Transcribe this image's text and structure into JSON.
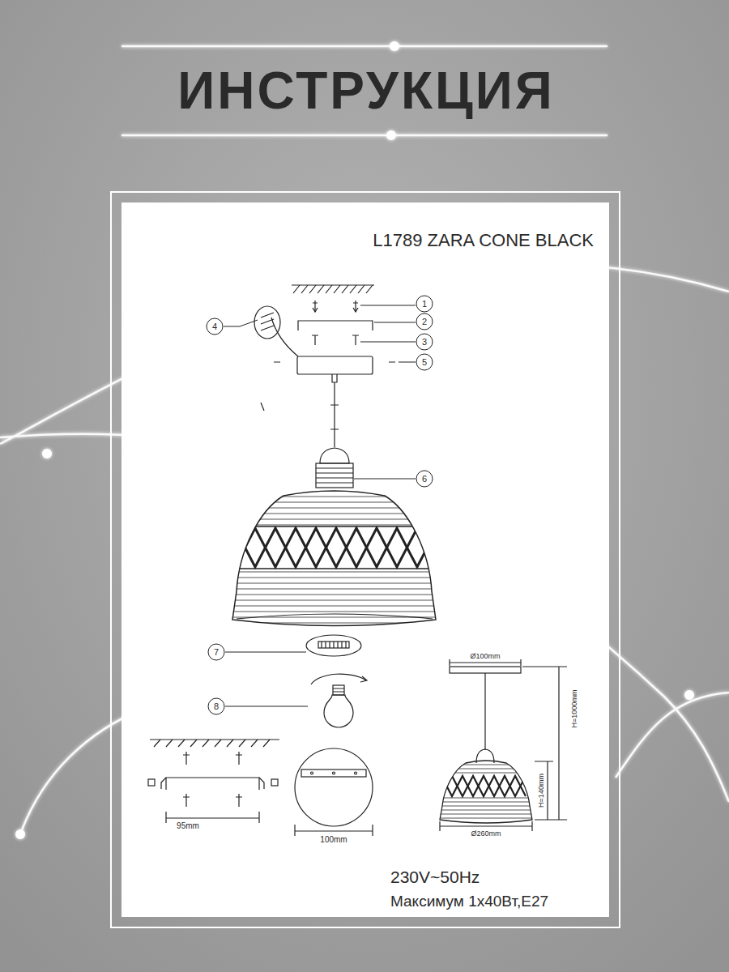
{
  "diagram": {
    "title": "ИНСТРУКЦИЯ",
    "labels": [
      "L1789 ZARA CONE BLACK",
      "1",
      "2",
      "3",
      "4",
      "5",
      "6",
      "7",
      "8",
      "Ø100mm",
      "H=1000mm",
      "H=140mm",
      "Ø260mm",
      "95mm",
      "100mm",
      "230V~50Hz",
      "Максимум 1x40Вт,E27"
    ]
  }
}
